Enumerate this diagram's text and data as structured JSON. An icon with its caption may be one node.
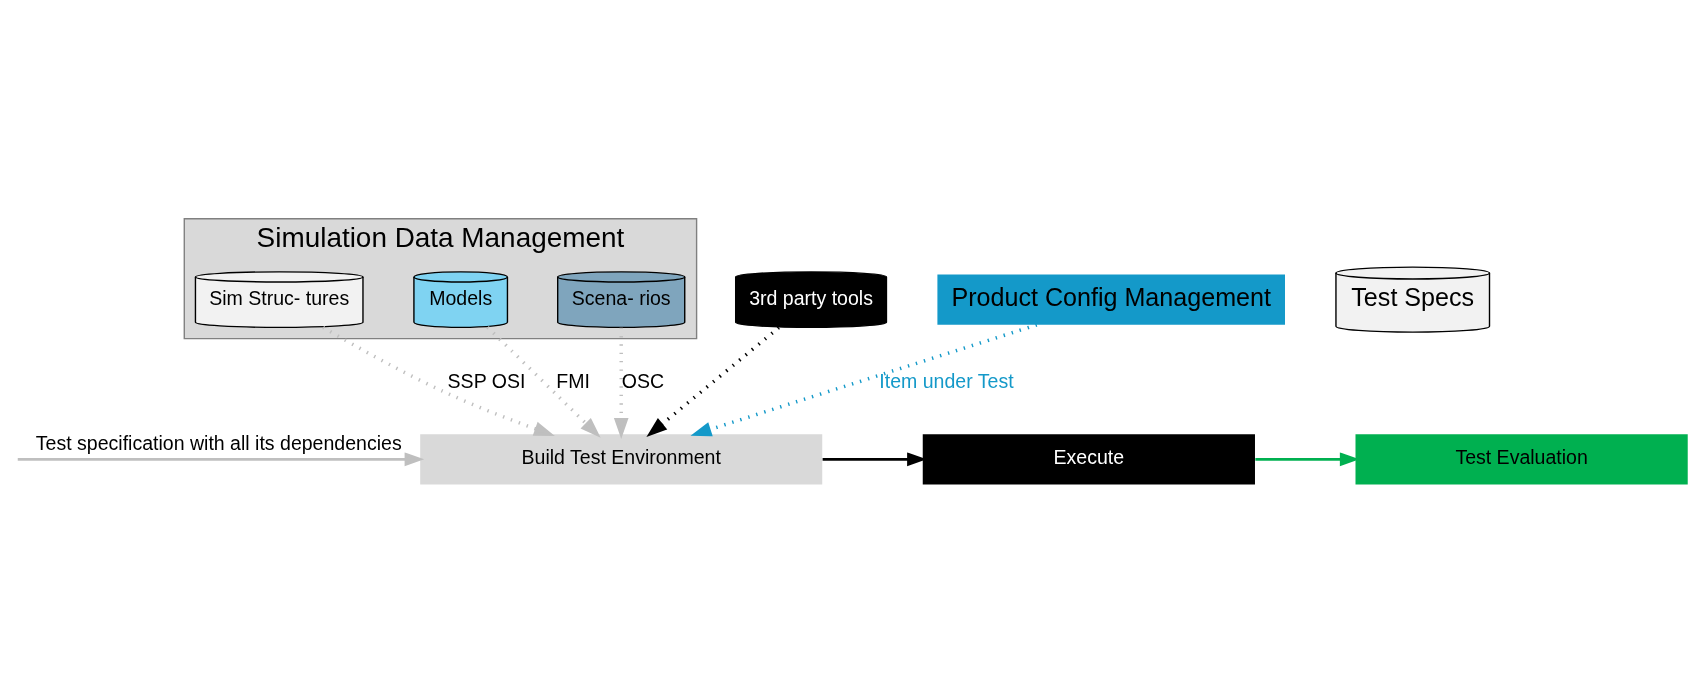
{
  "diagram": {
    "nodes": [
      {
        "text": [
          "Simulation Data Management"
        ]
      },
      {
        "text": [
          "Sim Struc- tures"
        ],
        "in": 0
      },
      {
        "text": [
          "Models"
        ],
        "in": 0
      },
      {
        "text": [
          "Scena- rios"
        ],
        "in": 0
      },
      {
        "text": [
          "Test Specs"
        ]
      },
      {
        "text": [
          "Build Test Environment"
        ]
      },
      {
        "text": [
          "Execute"
        ]
      },
      {
        "text": [
          "Test Evaluation"
        ]
      },
      {
        "text": [
          "3rd party tools"
        ]
      },
      {
        "text": [
          "Product Config Management"
        ]
      }
    ],
    "edges": [
      {
        "from": 1,
        "to": 5,
        "arrow": "to",
        "label": "SSP OSI",
        "style": "dashed"
      },
      {
        "from": 2,
        "to": 5,
        "arrow": "to",
        "label": "FMI",
        "style": "dashed"
      },
      {
        "from": 3,
        "to": 5,
        "arrow": "to",
        "label": "OSC",
        "style": "dashed"
      },
      {
        "from": null,
        "to": 5,
        "arrow": "to",
        "label": "Test specification with all its dependencies"
      },
      {
        "from": 5,
        "to": 6,
        "arrow": "to",
        "color": "#000000"
      },
      {
        "from": 6,
        "to": 7,
        "arrow": "to",
        "color": "#00b050"
      },
      {
        "from": 8,
        "to": 5,
        "arrow": "to",
        "style": "dashed",
        "color": "#000000"
      },
      {
        "from": 9,
        "to": 5,
        "arrow": "to",
        "label": "Item under Test",
        "style": "dashed",
        "color": "#1499c9"
      }
    ]
  }
}
